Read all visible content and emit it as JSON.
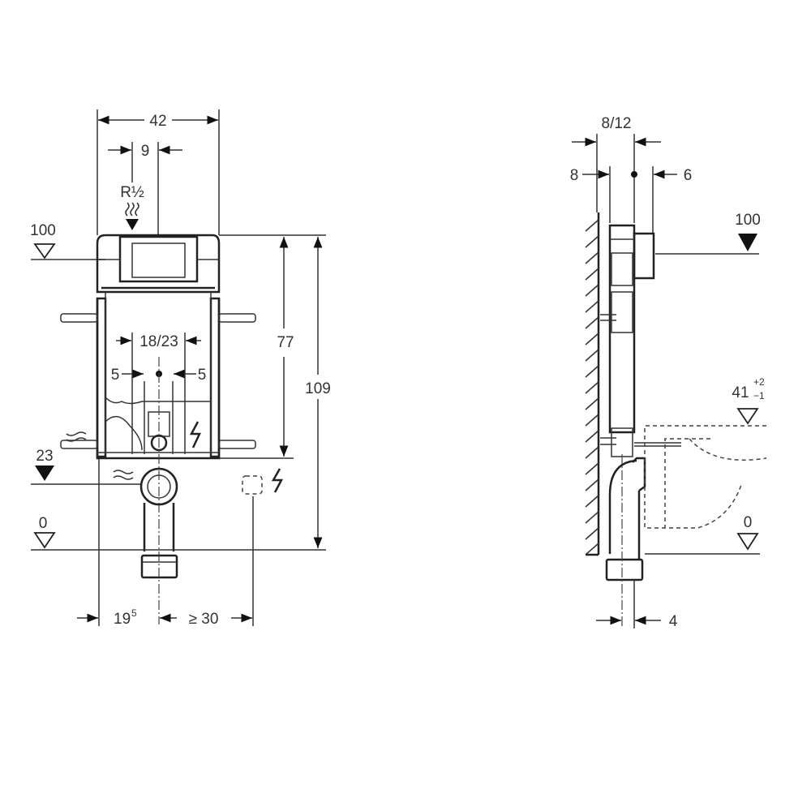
{
  "front_view": {
    "width_overall": "42",
    "inlet_offset": "9",
    "inlet_thread": "R½",
    "actuator_height": "100",
    "drain_spacing": "18/23",
    "bolt_offset_left": "5",
    "bolt_offset_right": "5",
    "frame_height_lower": "77",
    "frame_height_total": "109",
    "supply_height": "23",
    "floor_level": "0",
    "drain_offset_main": "19",
    "drain_offset_sup": "5",
    "socket_distance": "≥ 30"
  },
  "side_view": {
    "depth_range": "8/12",
    "wall_gap": "8",
    "panel_offset": "6",
    "actuator_height": "100",
    "seat_height": "41",
    "seat_tol_plus": "+2",
    "seat_tol_minus": "−1",
    "floor_level": "0",
    "drain_offset": "4"
  }
}
